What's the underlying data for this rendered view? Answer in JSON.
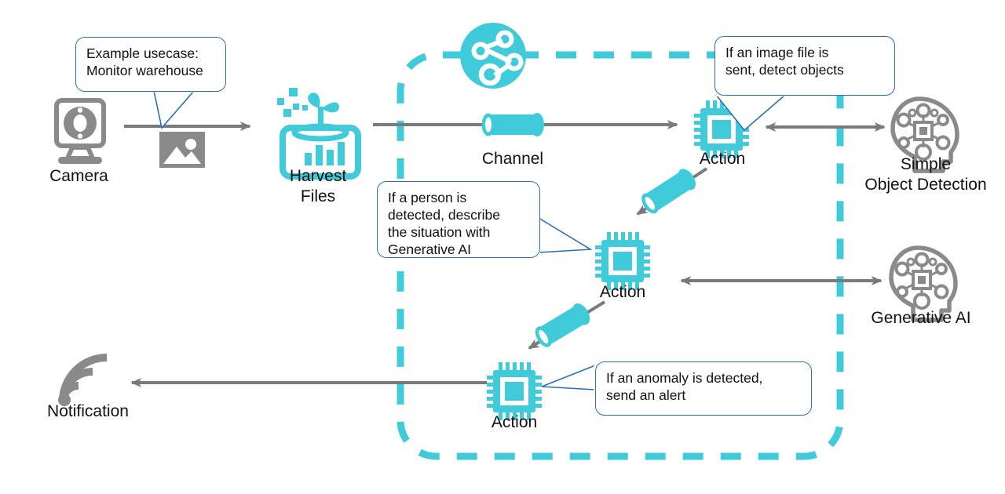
{
  "diagram": {
    "title": "Harvest Files AI pipeline example",
    "colors": {
      "cyan": "#3FCBD9",
      "cyan_bright": "#2ECFE0",
      "gray": "#808080",
      "arrow_gray": "#7a7a7a",
      "callout_border": "#2a6ebb",
      "text": "#111111",
      "white": "#ffffff"
    }
  },
  "nodes": [
    {
      "id": "camera",
      "label": "Camera",
      "icon": "camera-icon"
    },
    {
      "id": "image",
      "label": "",
      "icon": "image-file-icon"
    },
    {
      "id": "harvest",
      "label": "Harvest\nFiles",
      "icon": "harvest-files-icon"
    },
    {
      "id": "flow",
      "label": "",
      "icon": "share-network-icon"
    },
    {
      "id": "channel",
      "label": "Channel",
      "icon": "channel-pipe-icon"
    },
    {
      "id": "action1",
      "label": "Action",
      "icon": "chip-icon"
    },
    {
      "id": "action2",
      "label": "Action",
      "icon": "chip-icon"
    },
    {
      "id": "action3",
      "label": "Action",
      "icon": "chip-icon"
    },
    {
      "id": "objdetect",
      "label": "Simple\nObject Detection",
      "icon": "ai-head-icon"
    },
    {
      "id": "genai",
      "label": "Generative AI",
      "icon": "ai-head-icon"
    },
    {
      "id": "notification",
      "label": "Notification",
      "icon": "broadcast-signal-icon"
    }
  ],
  "callouts": [
    {
      "id": "callout-usecase",
      "text": "Example usecase:\nMonitor warehouse"
    },
    {
      "id": "callout-image",
      "text": "If an image file is\nsent, detect objects"
    },
    {
      "id": "callout-person",
      "text": "If a person is\ndetected, describe\nthe situation with\nGenerative AI"
    },
    {
      "id": "callout-anomaly",
      "text": "If an anomaly is detected,\nsend an alert"
    }
  ],
  "boundary": {
    "style": "dashed",
    "color": "#3FCBD9",
    "shape": "rounded-rectangle"
  }
}
